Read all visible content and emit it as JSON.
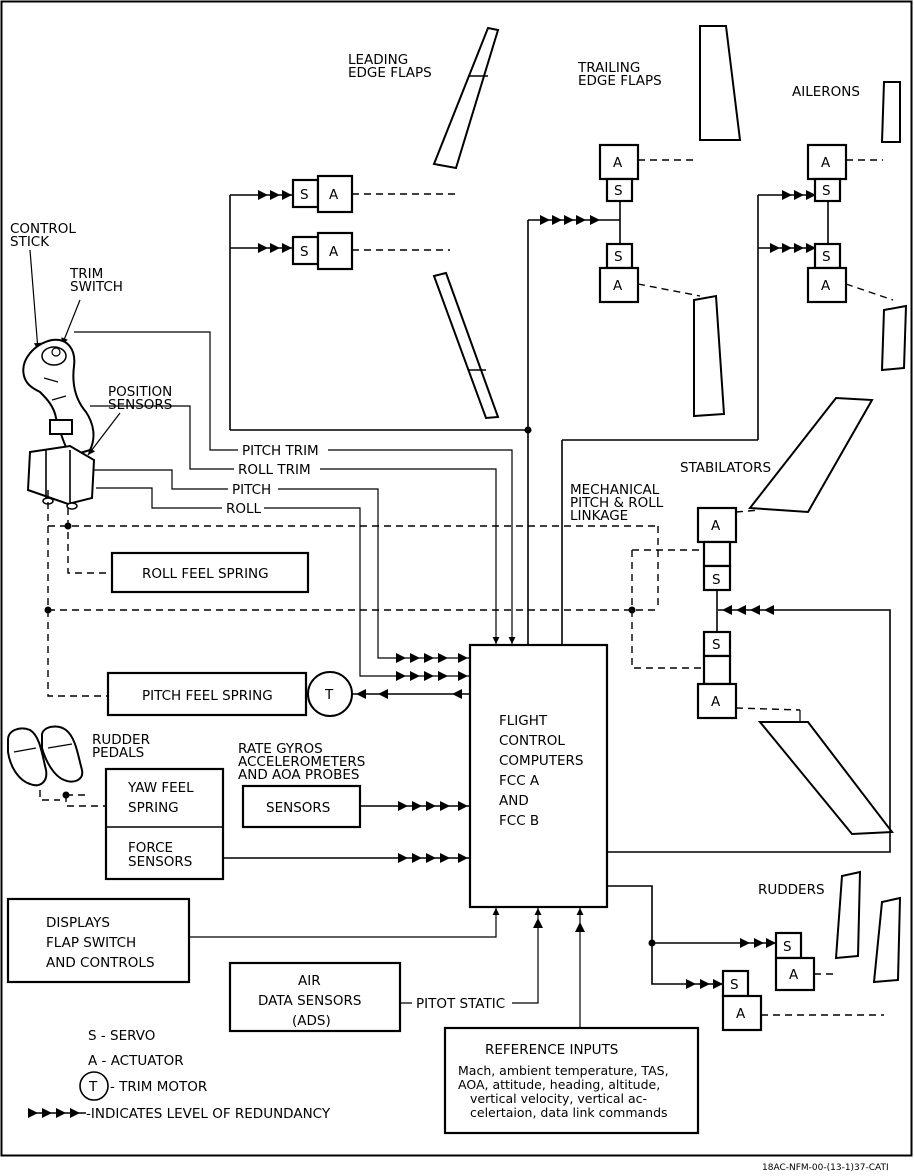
{
  "labels": {
    "leading_edge_flaps": [
      "LEADING",
      "EDGE FLAPS"
    ],
    "trailing_edge_flaps": [
      "TRAILING",
      "EDGE FLAPS"
    ],
    "ailerons": "AILERONS",
    "control_stick": [
      "CONTROL",
      "STICK"
    ],
    "trim_switch": [
      "TRIM",
      "SWITCH"
    ],
    "position_sensors": [
      "POSITION",
      "SENSORS"
    ],
    "stabilators": "STABILATORS",
    "mechanical_linkage": [
      "MECHANICAL",
      "PITCH & ROLL",
      "LINKAGE"
    ],
    "rudder_pedals": [
      "RUDDER",
      "PEDALS"
    ],
    "rate_gyros": [
      "RATE GYROS",
      "ACCELEROMETERS",
      "AND AOA PROBES"
    ],
    "rudders": "RUDDERS"
  },
  "signals": {
    "pitch_trim": "PITCH TRIM",
    "roll_trim": "ROLL TRIM",
    "pitch": "PITCH",
    "roll": "ROLL",
    "pitot_static": "PITOT STATIC"
  },
  "boxes": {
    "servo": "S",
    "actuator": "A",
    "trim_motor": "T",
    "roll_feel_spring": "ROLL FEEL SPRING",
    "pitch_feel_spring": "PITCH FEEL SPRING",
    "yaw_feel_spring": [
      "YAW FEEL",
      "SPRING"
    ],
    "force_sensors": [
      "FORCE",
      "SENSORS"
    ],
    "sensors": "SENSORS",
    "fcc": [
      "FLIGHT",
      "CONTROL",
      "COMPUTERS",
      "FCC A",
      "AND",
      "FCC B"
    ],
    "displays": [
      "DISPLAYS",
      "FLAP SWITCH",
      "AND CONTROLS"
    ],
    "air_data": [
      "AIR",
      "DATA SENSORS",
      "(ADS)"
    ],
    "reference_title": "REFERENCE INPUTS",
    "reference_lines": [
      "Mach, ambient temperature, TAS,",
      "AOA, attitude, heading, altitude,",
      "vertical velocity, vertical ac-",
      "celertaion, data link commands"
    ]
  },
  "legend": {
    "servo": "S  - SERVO",
    "actuator": "A  - ACTUATOR",
    "trim_motor": "- TRIM MOTOR",
    "redundancy": "-INDICATES LEVEL OF REDUNDANCY"
  },
  "footer": {
    "code": "18AC-NFM-00-(13-1)37-CATI"
  }
}
